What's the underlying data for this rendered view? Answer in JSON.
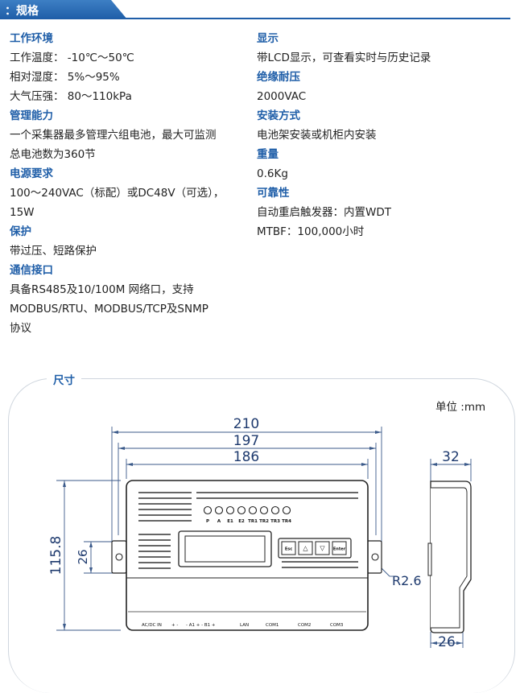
{
  "header": {
    "title": "：规格"
  },
  "left": {
    "env_h": "工作环境",
    "env_1": "工作温度： -10℃～50℃",
    "env_2": "相对湿度： 5%～95%",
    "env_3": "大气压强： 80～110kPa",
    "mgmt_h": "管理能力",
    "mgmt_1": "一个采集器最多管理六组电池，最大可监测",
    "mgmt_2": "总电池数为360节",
    "power_h": "电源要求",
    "power_1": "100～240VAC（标配）或DC48V（可选），",
    "power_2": "15W",
    "prot_h": "保护",
    "prot_1": "带过压、短路保护",
    "comm_h": "通信接口",
    "comm_1": "具备RS485及10/100M 网络口，支持",
    "comm_2": "MODBUS/RTU、MODBUS/TCP及SNMP",
    "comm_3": "协议"
  },
  "right": {
    "disp_h": "显示",
    "disp_1": "带LCD显示，可查看实时与历史记录",
    "ins_h": "绝缘耐压",
    "ins_1": "2000VAC",
    "mount_h": "安装方式",
    "mount_1": "电池架安装或机柜内安装",
    "weight_h": "重量",
    "weight_1": "0.6Kg",
    "rel_h": "可靠性",
    "rel_1": "自动重启触发器：内置WDT",
    "rel_2": "MTBF：100,000小时"
  },
  "dimensions": {
    "title": "尺寸",
    "unit": "单位 :mm",
    "w_total": "210",
    "w_mid": "197",
    "w_inner": "186",
    "height": "115.8",
    "hole": "26",
    "radius": "R2.6",
    "depth": "32",
    "depth_base": "26"
  },
  "panel": {
    "leds": [
      "P",
      "A",
      "E1",
      "E2",
      "TR1",
      "TR2",
      "TR3",
      "TR4"
    ],
    "buttons": [
      "Esc",
      "△",
      "▽",
      "Enter"
    ],
    "ports": [
      "AC/DC IN",
      "+  -",
      "- A1 + - B1 +",
      "LAN",
      "COM1",
      "COM2",
      "COM3"
    ]
  }
}
